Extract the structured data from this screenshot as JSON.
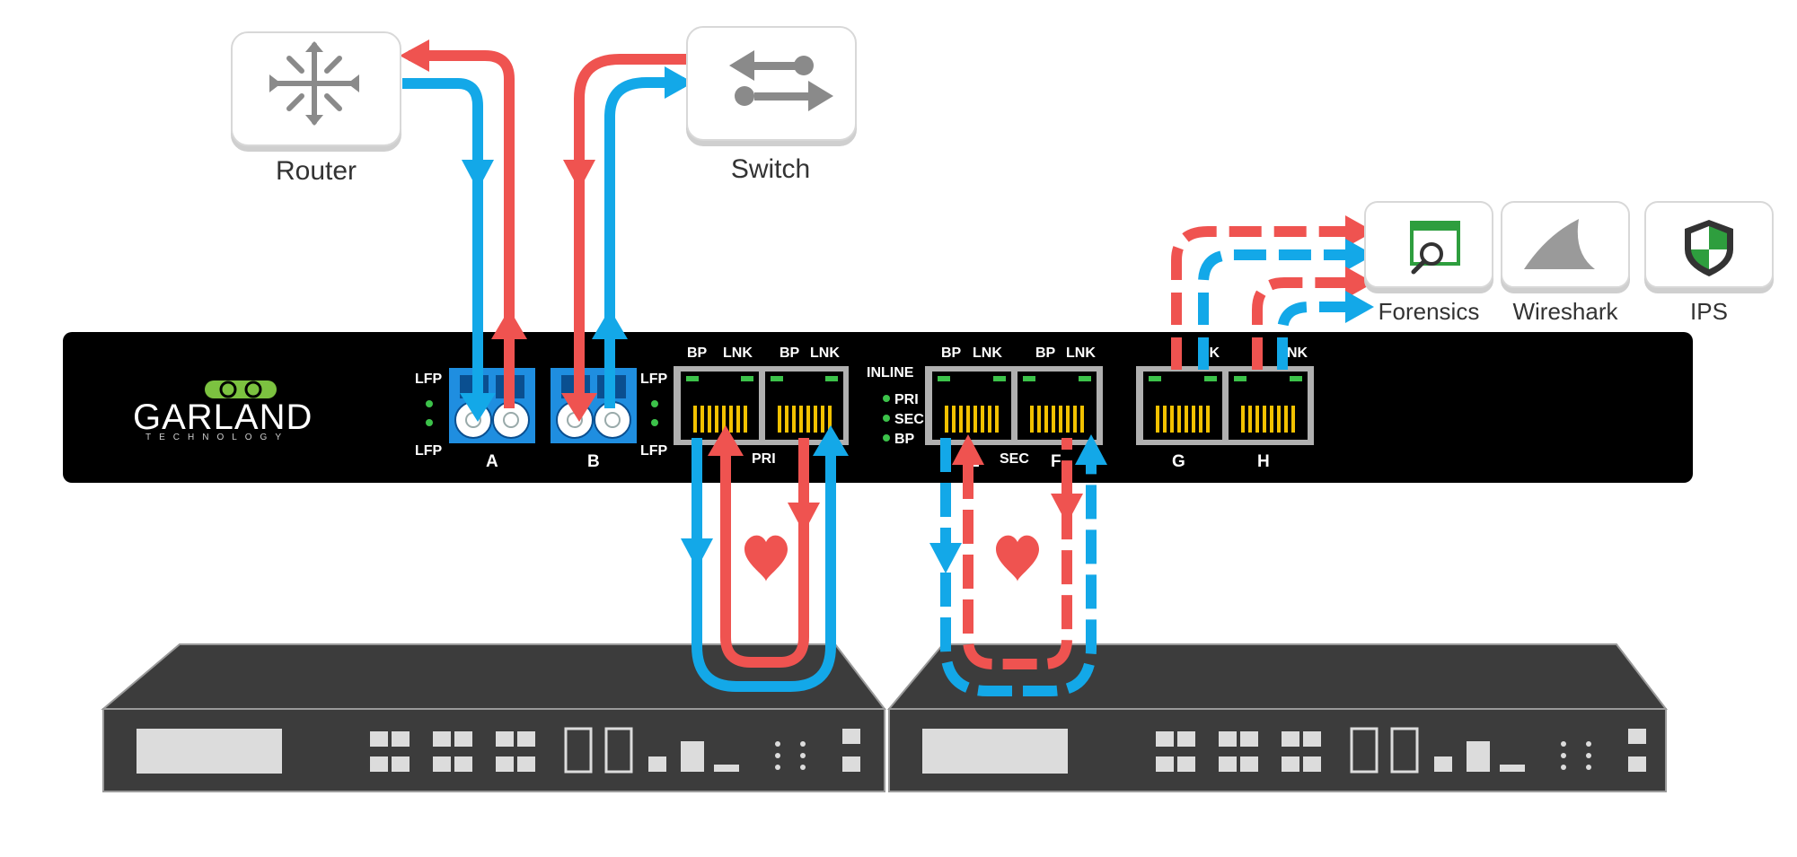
{
  "devices": {
    "router": {
      "label": "Router",
      "icon": "router-icon"
    },
    "switch": {
      "label": "Switch",
      "icon": "switch-icon"
    }
  },
  "tools": [
    {
      "label": "Forensics",
      "icon": "forensics-icon"
    },
    {
      "label": "Wireshark",
      "icon": "wireshark-fin-icon"
    },
    {
      "label": "IPS",
      "icon": "shield-icon"
    }
  ],
  "tap": {
    "brand": "GARLAND",
    "brand_sub": "TECHNOLOGY",
    "lfp_top": "LFP",
    "lfp_bottom": "LFP",
    "lfp2_top": "LFP",
    "lfp2_bottom": "LFP",
    "port_a": "A",
    "port_b": "B",
    "port_g": "G",
    "port_h": "H",
    "pri_label": "PRI",
    "sec_label": "SEC",
    "sec_port_e": "E",
    "sec_port_f": "F",
    "inline_label": "INLINE",
    "leds": [
      "PRI",
      "SEC",
      "BP"
    ],
    "bp": "BP",
    "lnk": "LNK",
    "h_lnk_partial": "NK",
    "g_lnk_partial": "NK"
  },
  "colors": {
    "red": "#ef5350",
    "blue": "#13a8e8",
    "tap_body": "#000000",
    "fiber_port": "#1f8ee0",
    "led_green": "#3cc24a",
    "rj45_pins": "#f2c100",
    "appliance": "#3c3c3c"
  }
}
